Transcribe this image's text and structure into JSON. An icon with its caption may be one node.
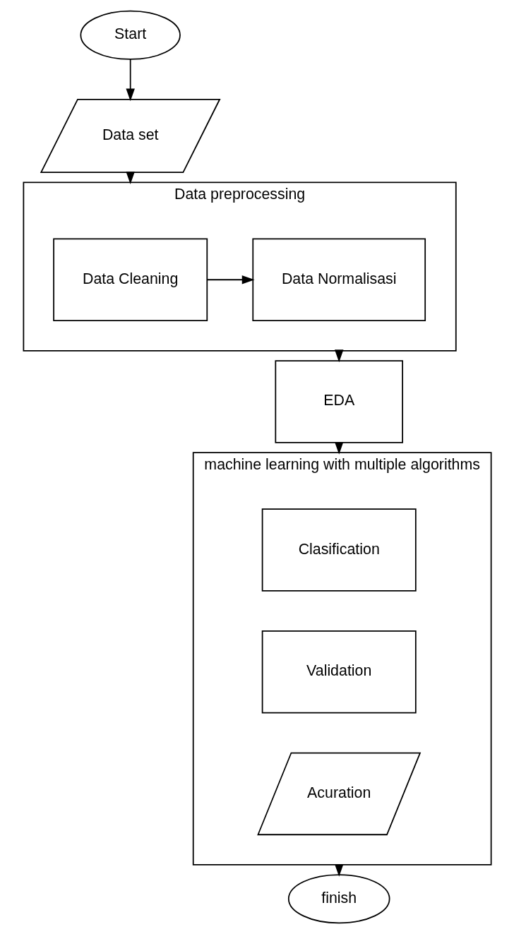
{
  "diagram": {
    "nodes": [
      {
        "text": [
          "Start"
        ]
      },
      {
        "text": [
          "Data set"
        ]
      },
      {
        "text": [
          "Data preprocessing"
        ]
      },
      {
        "text": [
          "Data Cleaning"
        ],
        "in": 2
      },
      {
        "text": [
          "Data Normalisasi"
        ],
        "in": 2
      },
      {
        "text": [
          "EDA"
        ]
      },
      {
        "text": [
          "machine learning with multiple algorithms"
        ]
      },
      {
        "text": [
          "Clasification"
        ],
        "in": 6
      },
      {
        "text": [
          "Validation"
        ],
        "in": 6
      },
      {
        "text": [
          "Acuration"
        ],
        "in": 6
      },
      {
        "text": [
          "finish"
        ]
      }
    ],
    "edges": [
      {
        "from": 0,
        "to": 1,
        "arrow": "to"
      },
      {
        "from": 1,
        "to": 2,
        "arrow": "to"
      },
      {
        "from": 3,
        "to": 4,
        "arrow": "to"
      },
      {
        "from": 2,
        "to": 5,
        "arrow": "to"
      },
      {
        "from": 5,
        "to": 6,
        "arrow": "to"
      },
      {
        "from": 6,
        "to": 10,
        "arrow": "to"
      }
    ]
  }
}
